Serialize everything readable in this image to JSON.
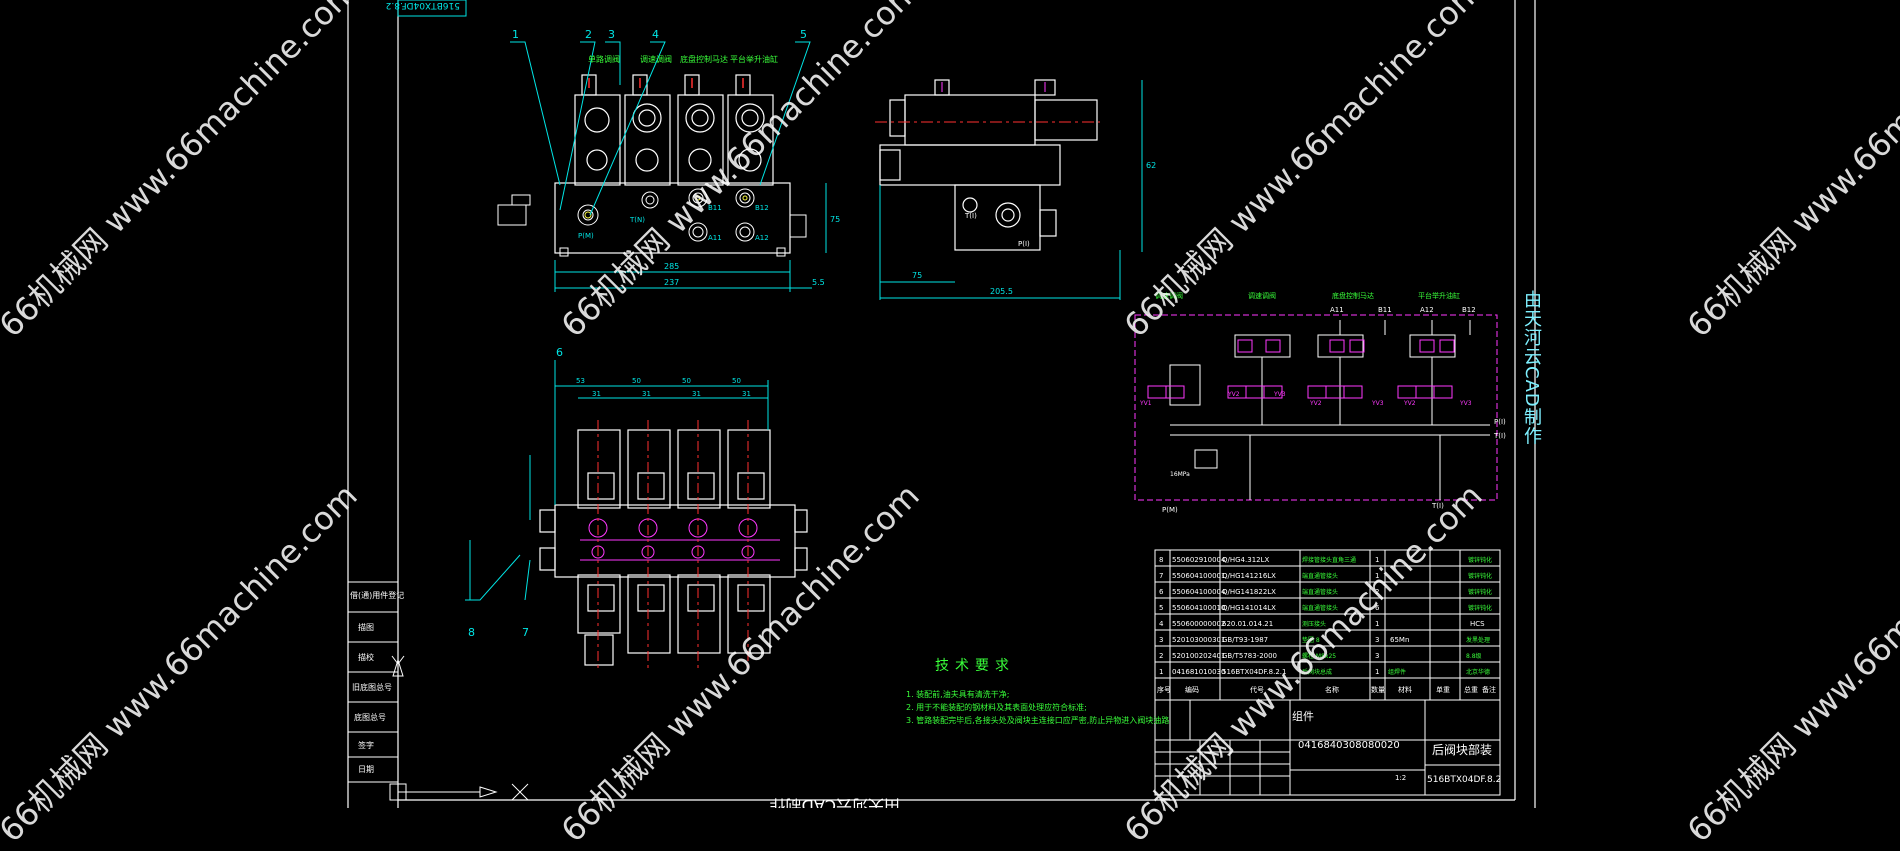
{
  "drawing": {
    "side_title": "由天河云CAD制作",
    "bottom_title": "由天河云CAD制作",
    "top_stamp": "516BTX04DF.8.2",
    "watermark": "66机械网 www.66machine.com"
  },
  "front_view": {
    "callouts": [
      "1",
      "2",
      "3",
      "4",
      "5"
    ],
    "section_labels": [
      "单路调阀",
      "调速调阀",
      "底盘控制马达",
      "平台举升油缸"
    ],
    "port_labels": [
      "P(M)",
      "T(N)",
      "A11",
      "A12",
      "B11",
      "B12"
    ],
    "dims": [
      "285",
      "237",
      "5.5",
      "75"
    ]
  },
  "side_view": {
    "port_labels": [
      "T(I)",
      "P(I)"
    ],
    "dims": [
      "75",
      "205.5",
      "62"
    ]
  },
  "top_view": {
    "callouts": [
      "6",
      "7",
      "8"
    ],
    "dims": [
      "53",
      "50",
      "50",
      "50",
      "31",
      "31",
      "31",
      "31"
    ]
  },
  "schematic": {
    "section_labels": [
      "调速调阀",
      "调速调阀",
      "底盘控制马达",
      "平台举升油缸"
    ],
    "ports": [
      "A11",
      "B11",
      "A12",
      "B12",
      "P(I)",
      "T(I)",
      "P(M)",
      "T(I)"
    ],
    "valve_tags": [
      "YV1",
      "YV2",
      "YV3",
      "YV2",
      "YV3",
      "YV2",
      "YV3"
    ],
    "pressure": "16MPa"
  },
  "parts_table": {
    "rows": [
      {
        "no": "8",
        "code": "550602910004",
        "std": "Q/HG4.312LX",
        "name": "焊接管接头直角三通",
        "qty": "1",
        "note": "镀锌钝化"
      },
      {
        "no": "7",
        "code": "550604100001",
        "std": "Q/HG141216LX",
        "name": "端直通管接头",
        "qty": "1",
        "note": "镀锌钝化"
      },
      {
        "no": "6",
        "code": "550604100004",
        "std": "Q/HG141822LX",
        "name": "端直通管接头",
        "qty": "2",
        "note": "镀锌钝化"
      },
      {
        "no": "5",
        "code": "550604100010",
        "std": "Q/HG141014LX",
        "name": "端直通管接头",
        "qty": "6",
        "note": "镀锌钝化"
      },
      {
        "no": "4",
        "code": "550600000002",
        "std": "620.01.014.21",
        "name": "测压接头",
        "qty": "1",
        "note": "HCS"
      },
      {
        "no": "3",
        "code": "520103000301",
        "std": "GB/T93-1987",
        "name": "垫圈 8",
        "qty": "3",
        "mat": "65Mn",
        "note": "发黑处理"
      },
      {
        "no": "2",
        "code": "520100202401",
        "std": "GB/T5783-2000",
        "name": "螺栓 M8x25",
        "qty": "3",
        "note": "8.8级"
      },
      {
        "no": "1",
        "code": "041681010030",
        "std": "516BTX04DF.8.2.1",
        "name": "后阀块总成",
        "qty": "1",
        "mat": "组焊件",
        "note": "北京华德"
      }
    ],
    "header": [
      "序号",
      "编码",
      "代号",
      "名称",
      "数量",
      "材料",
      "单重",
      "总重",
      "备注"
    ]
  },
  "title_block": {
    "assembly_label": "组件",
    "part_code": "0416840308080020",
    "drawing_name": "后阀块部装",
    "drawing_no": "516BTX04DF.8.2",
    "scale": "1:2"
  },
  "side_strip": {
    "labels": [
      "借(通)用件登记",
      "描图",
      "描校",
      "旧底图总号",
      "底图总号",
      "签字",
      "日期"
    ]
  },
  "tech_req": {
    "heading": "技术要求",
    "lines": [
      "1. 装配前,油夫具有清洗干净;",
      "2. 用于不能装配的钢材料及其表面处理应符合标准;",
      "3. 管路装配完毕后,各接头处及阀块主连接口应严密,防止异物进入阀块油路"
    ]
  },
  "colors": {
    "background": "#000000",
    "frame": "#ffffff",
    "outline": "#ffffff",
    "dimension": "#00e5e5",
    "magenta": "#ff38ff",
    "center_line": "#ff3030",
    "green": "#39ff3a",
    "yellow": "#f5f542"
  }
}
